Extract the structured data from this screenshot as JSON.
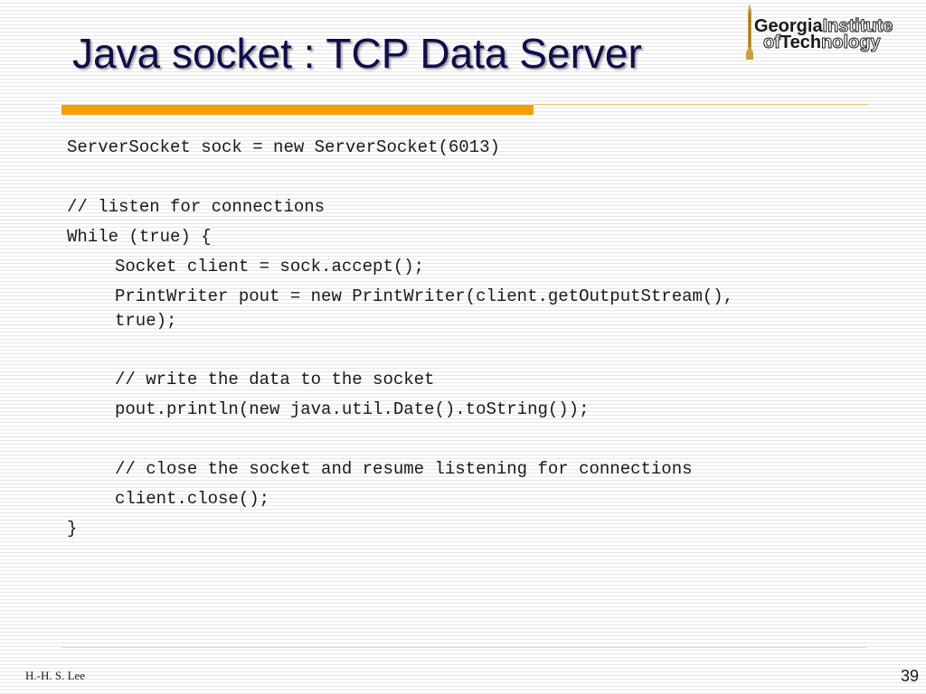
{
  "slide": {
    "title": "Java socket : TCP Data Server",
    "logo": {
      "line1_bold": "Georgia",
      "line1_outline": "Institute",
      "line2_outline": "of",
      "line2_bold": "Tech",
      "line2_outline_end": "nology"
    },
    "code_lines": [
      "ServerSocket sock = new ServerSocket(6013)",
      "// listen for connections",
      "While (true) {",
      "Socket client = sock.accept();",
      "PrintWriter pout = new PrintWriter(client.getOutputStream(),",
      "true);",
      "// write the data to the socket",
      "pout.println(new java.util.Date().toString());",
      "// close the socket and resume listening for connections",
      "client.close();",
      "}"
    ],
    "footer_author": "H.-H. S. Lee",
    "page_number": "39"
  },
  "colors": {
    "title": "#0e0e4a",
    "accent_bar": "#f5a00a",
    "text": "#1a1a1a"
  }
}
